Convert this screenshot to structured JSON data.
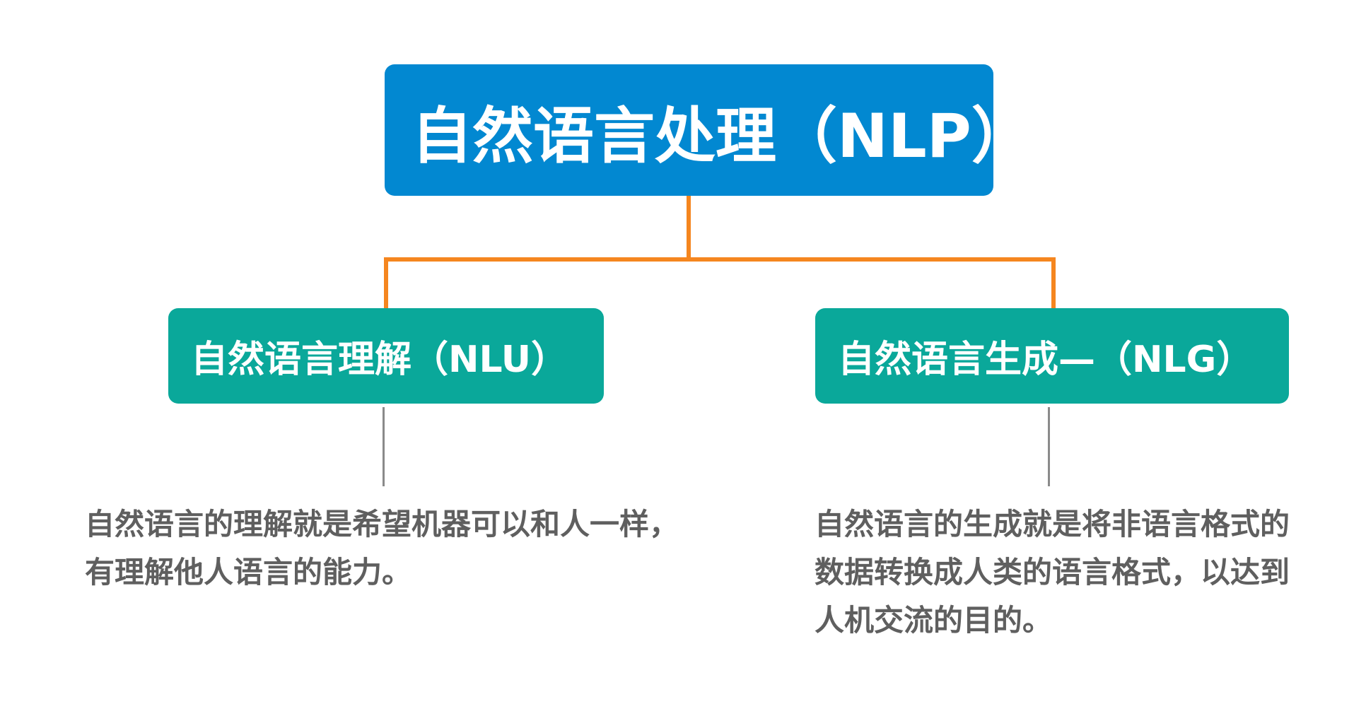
{
  "root": {
    "label": "自然语言处理（NLP）"
  },
  "children": [
    {
      "label": "自然语言理解（NLU）",
      "description_lines": [
        "自然语言的理解就是希望机器可以和人一样，",
        "有理解他人语言的能力。"
      ]
    },
    {
      "label": "自然语言生成—（NLG）",
      "description_lines": [
        "自然语言的生成就是将非语言格式的",
        "数据转换成人类的语言格式，以达到",
        "人机交流的目的。"
      ]
    }
  ],
  "colors": {
    "root_fill": "#0288d1",
    "child_fill": "#0aa89a",
    "connector": "#f5861f",
    "stem": "#8a8a8a",
    "text_dark": "#5f5f5f",
    "background": "#ffffff"
  }
}
